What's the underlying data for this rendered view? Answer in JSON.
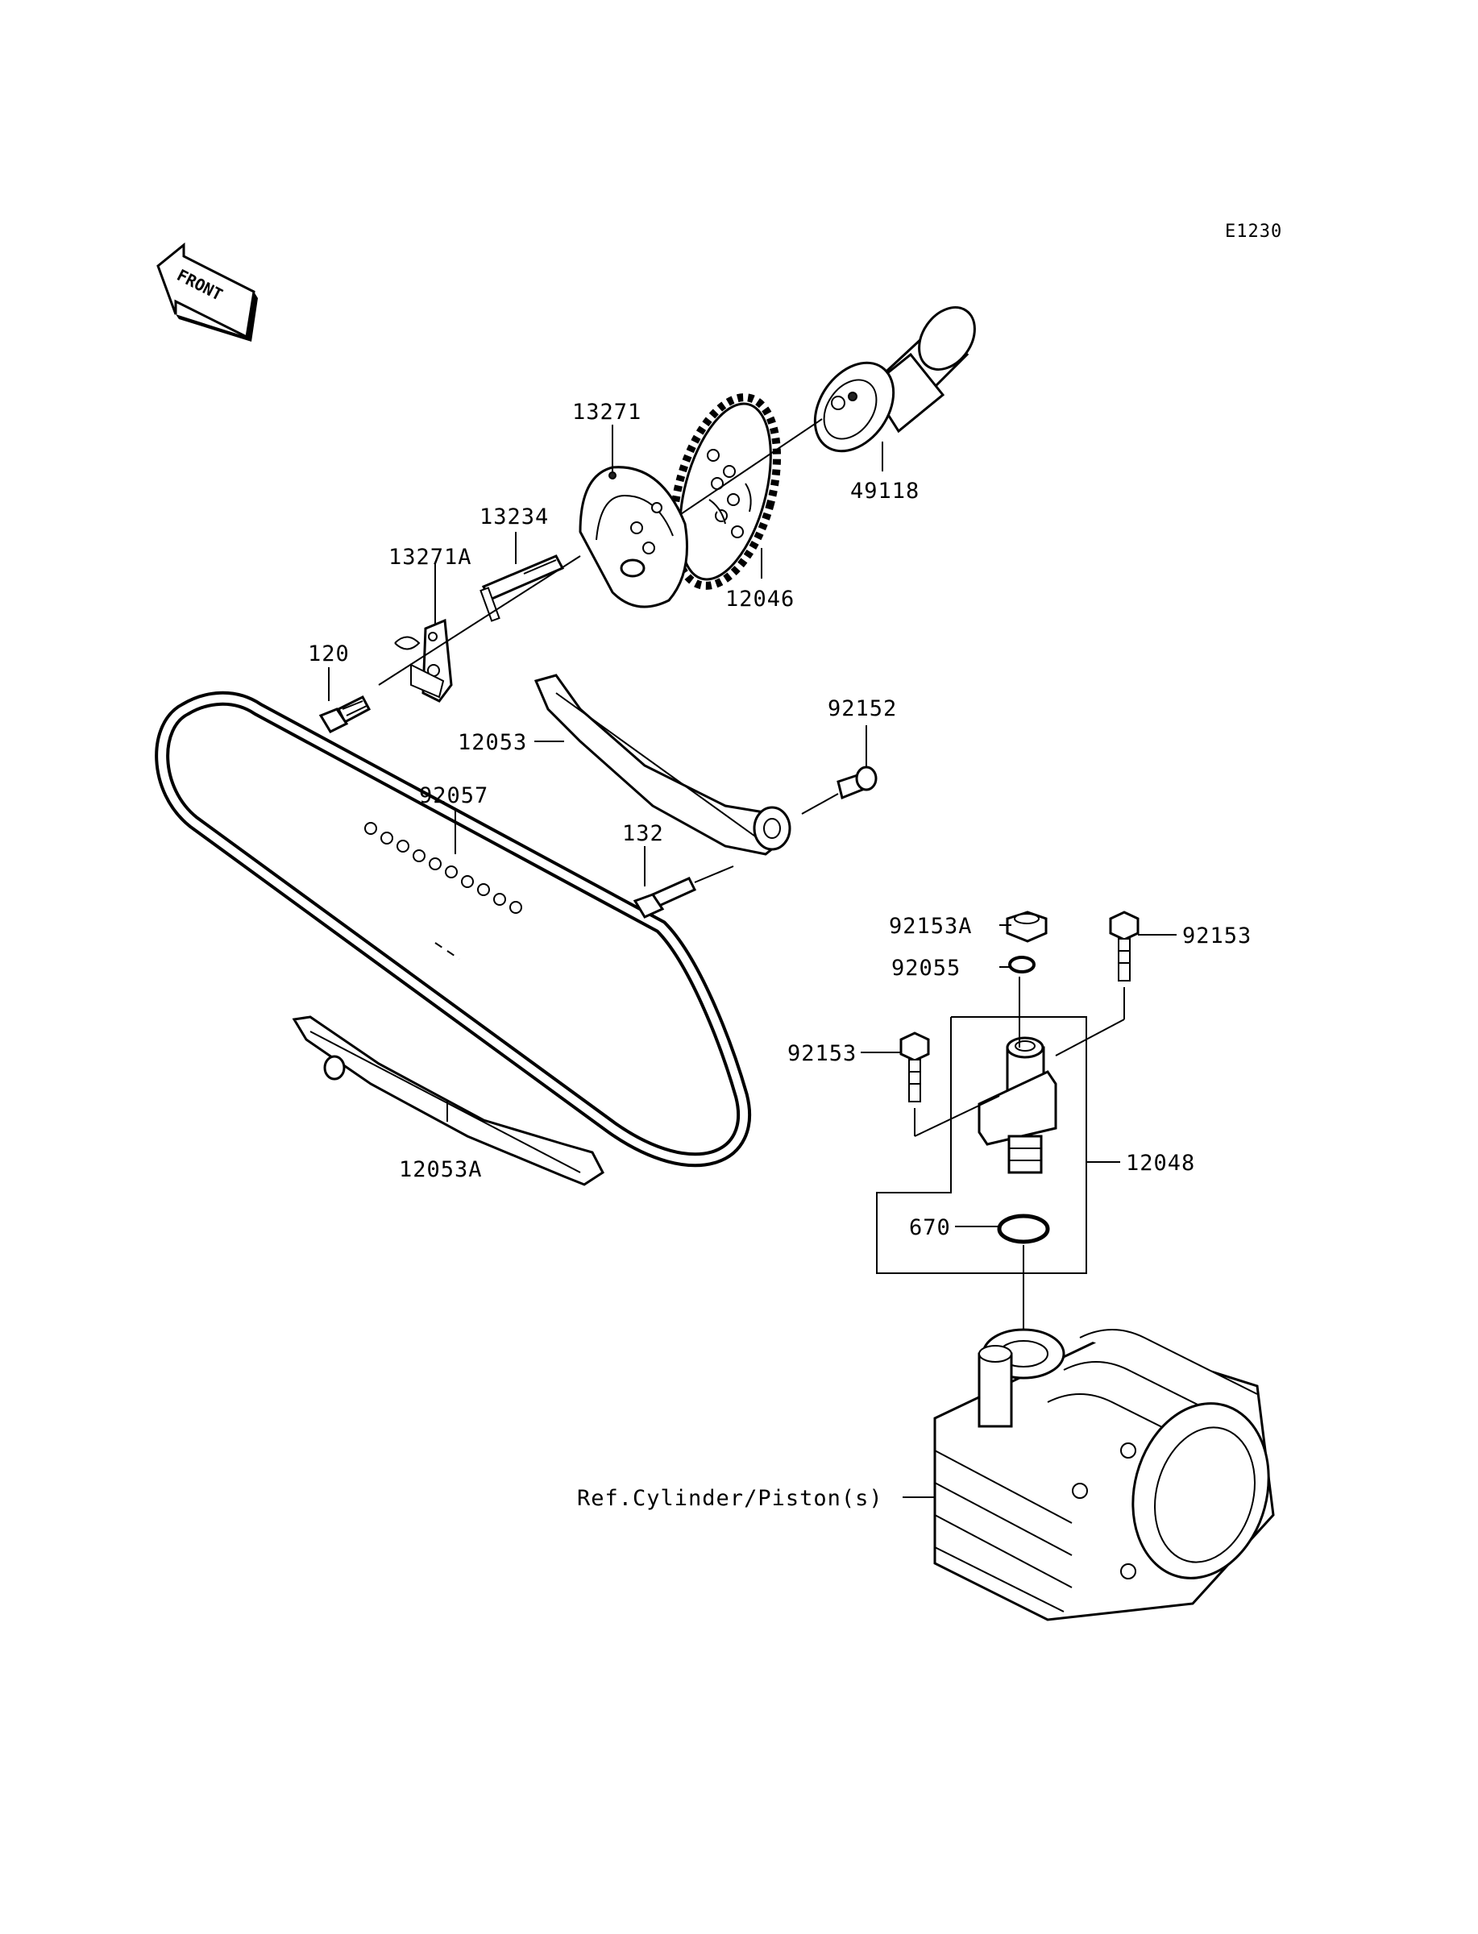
{
  "diagram_code": "E1230",
  "direction_label": "FRONT",
  "parts": [
    {
      "id": "p13271",
      "number": "13271"
    },
    {
      "id": "p49118",
      "number": "49118"
    },
    {
      "id": "p13234",
      "number": "13234"
    },
    {
      "id": "p13271A",
      "number": "13271A"
    },
    {
      "id": "p12046",
      "number": "12046"
    },
    {
      "id": "p120",
      "number": "120"
    },
    {
      "id": "p92152",
      "number": "92152"
    },
    {
      "id": "p12053",
      "number": "12053"
    },
    {
      "id": "p92057",
      "number": "92057"
    },
    {
      "id": "p132",
      "number": "132"
    },
    {
      "id": "p92153A",
      "number": "92153A"
    },
    {
      "id": "p92153r",
      "number": "92153"
    },
    {
      "id": "p92055",
      "number": "92055"
    },
    {
      "id": "p92153l",
      "number": "92153"
    },
    {
      "id": "p12048",
      "number": "12048"
    },
    {
      "id": "p12053A",
      "number": "12053A"
    },
    {
      "id": "p670",
      "number": "670"
    },
    {
      "id": "pRef",
      "number": "Ref.Cylinder/Piston(s)"
    }
  ]
}
